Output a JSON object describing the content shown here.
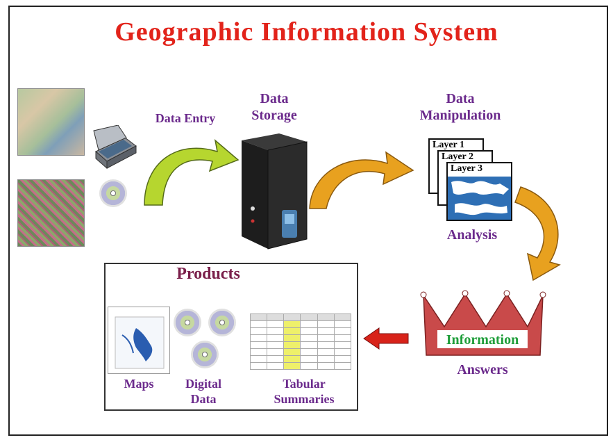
{
  "title": "Geographic Information System",
  "labels": {
    "data_entry": "Data Entry",
    "data_storage_l1": "Data",
    "data_storage_l2": "Storage",
    "data_manip_l1": "Data",
    "data_manip_l2": "Manipulation",
    "analysis": "Analysis",
    "information": "Information",
    "answers": "Answers",
    "products": "Products",
    "maps": "Maps",
    "digital_l1": "Digital",
    "digital_l2": "Data",
    "tabular_l1": "Tabular",
    "tabular_l2": "Summaries"
  },
  "layers": [
    "Layer 1",
    "Layer 2",
    "Layer 3"
  ],
  "colors": {
    "title": "#e2231a",
    "label_purple": "#6b2a8c",
    "products": "#7a1f4a",
    "arrow_green": "#b6d62f",
    "arrow_orange": "#e8a11f",
    "crown": "#c94a4a",
    "info_text": "#1f9e3a",
    "red_arrow": "#d8231a"
  },
  "icons": [
    "map-icon",
    "satellite-image-icon",
    "scanner-icon",
    "cd-icon",
    "server-icon",
    "crown-icon",
    "curved-arrow-icon",
    "left-arrow-icon"
  ]
}
